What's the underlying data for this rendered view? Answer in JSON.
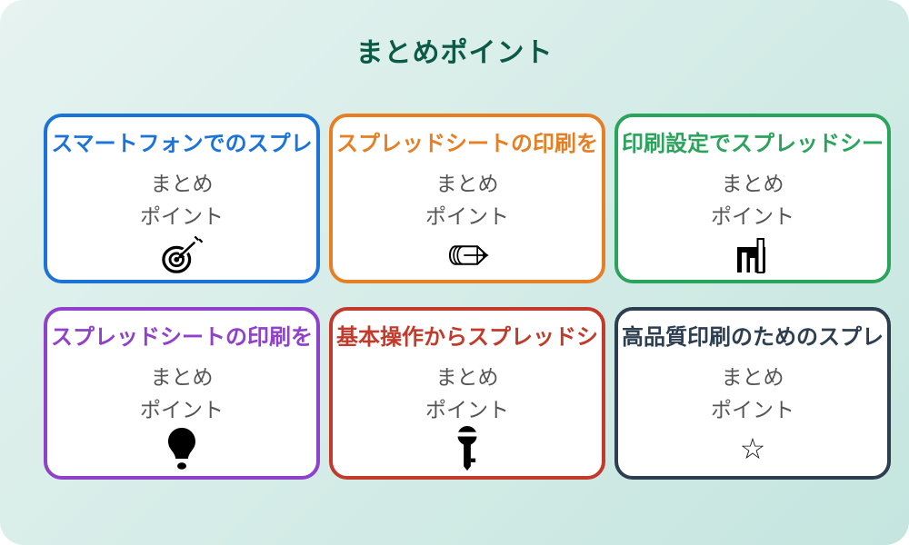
{
  "page": {
    "title": "まとめポイント",
    "title_color": "#0a5a46",
    "background_top": "#e6f3f0",
    "background_bottom": "#c5e5df",
    "card_background": "#ffffff",
    "subtext_color": "#555555",
    "icon_color": "#000000"
  },
  "card_sub": {
    "line1": "まとめ",
    "line2": "ポイント"
  },
  "cards": [
    {
      "title": "スマートフォンでのスプレ",
      "accent_color": "#1a73d8",
      "icon": "target-dart"
    },
    {
      "title": "スプレッドシートの印刷を",
      "accent_color": "#e67f24",
      "icon": "pencil"
    },
    {
      "title": "印刷設定でスプレッドシー",
      "accent_color": "#2aa45c",
      "icon": "bar-chart"
    },
    {
      "title": "スプレッドシートの印刷を",
      "accent_color": "#8f41c9",
      "icon": "lightbulb"
    },
    {
      "title": "基本操作からスプレッドシ",
      "accent_color": "#c13a2b",
      "icon": "key"
    },
    {
      "title": "高品質印刷のためのスプレ",
      "accent_color": "#2c3e50",
      "icon": "star",
      "star_glyph": "☆"
    }
  ]
}
